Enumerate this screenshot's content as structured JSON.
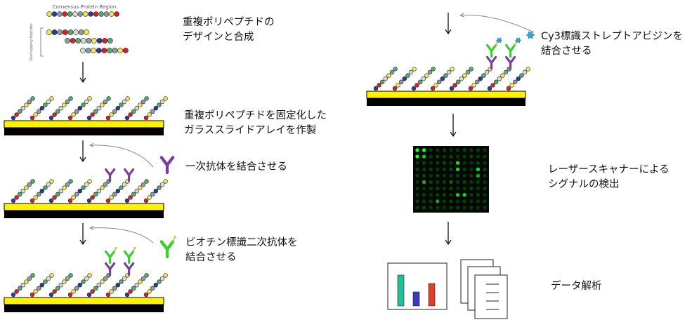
{
  "colors": {
    "bead_palette": [
      "#f2e64a",
      "#4fb06a",
      "#8e9aa6",
      "#2e3a9a",
      "#d8202a",
      "#d9d9d9"
    ],
    "slide_yellow": "#fff200",
    "slide_base": "#000000",
    "antibody_purple": "#7a3ea0",
    "antibody_green": "#34d02c",
    "streptavidin_blue": "#2aa8d8",
    "bar_colors": [
      "#1fbf9a",
      "#3a3ac0",
      "#e0402a"
    ]
  },
  "peptide": {
    "consensus_label": "Consensus Protein Region",
    "overlapping_label": "Overlapping Peptides"
  },
  "steps": {
    "s1": {
      "line1": "重複ポリペプチドの",
      "line2": "デザインと合成"
    },
    "s2": {
      "line1": "重複ポリペプチドを固定化した",
      "line2": "ガラススライドアレイを作製"
    },
    "s3": {
      "line1": "一次抗体を結合させる"
    },
    "s4": {
      "line1": "ビオチン標識二次抗体を",
      "line2": "結合させる"
    },
    "s5": {
      "line1": "Cy3標識ストレプトアビジンを",
      "line2": "結合させる"
    },
    "s6": {
      "line1": "レーザースキャナーによる",
      "line2": "シグナルの検出"
    },
    "s7": {
      "line1": "データ解析"
    }
  },
  "icons": {
    "flow_arrow": "down-arrow-icon",
    "curved_arrow": "curved-arrow-icon",
    "primary_antibody": "primary-antibody-icon",
    "secondary_antibody": "biotin-secondary-antibody-icon",
    "streptavidin": "cy3-streptavidin-icon",
    "scanner_image": "fluorescence-scan-icon",
    "bar_chart": "bar-chart-icon",
    "documents": "document-stack-icon"
  }
}
